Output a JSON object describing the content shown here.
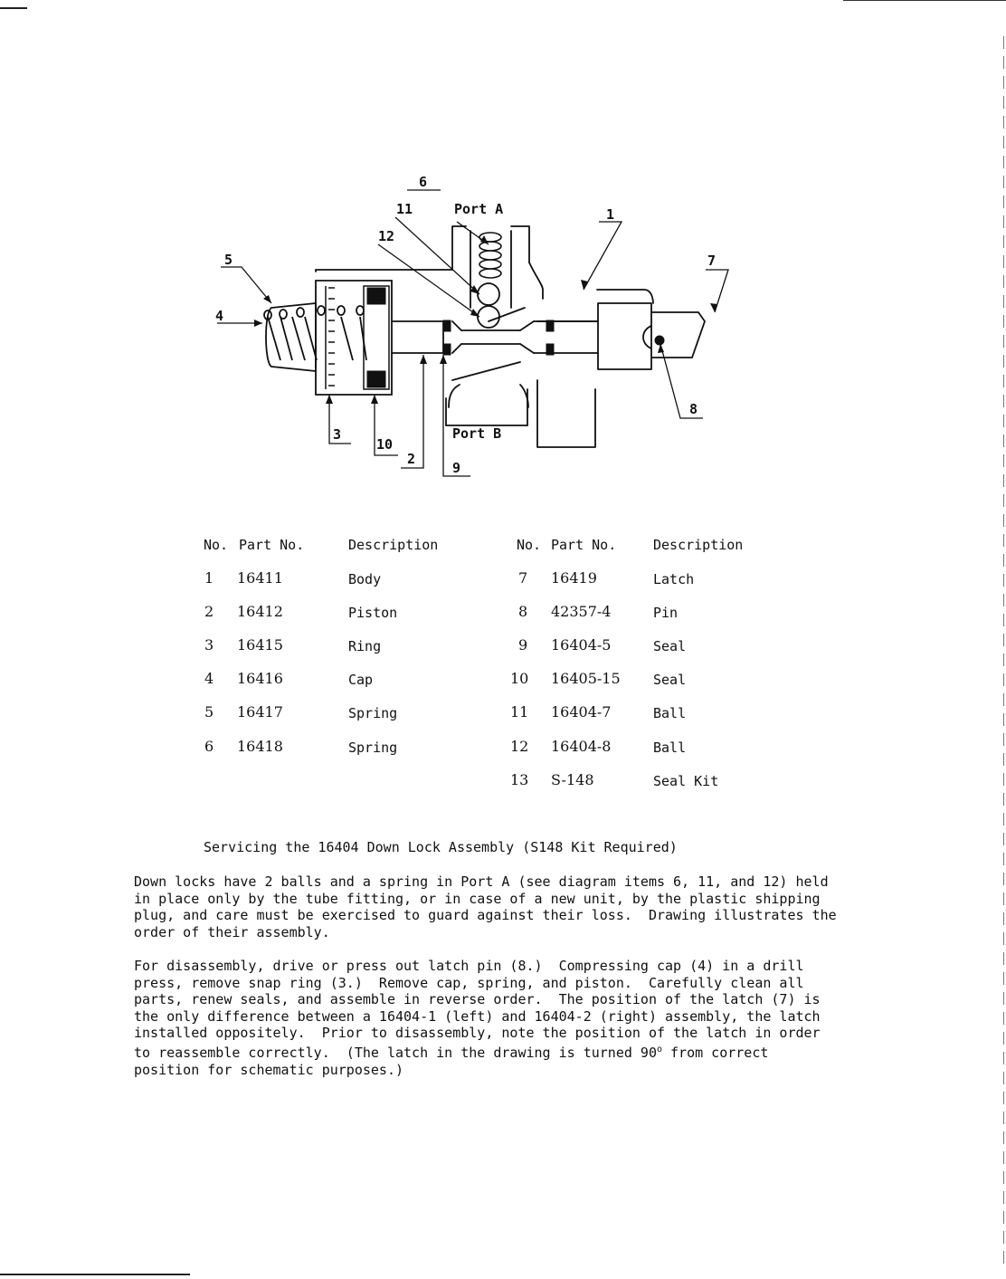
{
  "diagram": {
    "callouts": [
      "6",
      "11",
      "12",
      "1",
      "5",
      "4",
      "7",
      "8",
      "3",
      "10",
      "2",
      "9"
    ],
    "ports": {
      "port_a": "Port A",
      "port_b": "Port B"
    }
  },
  "parts_table": {
    "headers": [
      "No.",
      "Part No.",
      "Description"
    ],
    "left": [
      {
        "no": "1",
        "part": "16411",
        "desc": "Body"
      },
      {
        "no": "2",
        "part": "16412",
        "desc": "Piston"
      },
      {
        "no": "3",
        "part": "16415",
        "desc": "Ring"
      },
      {
        "no": "4",
        "part": "16416",
        "desc": "Cap"
      },
      {
        "no": "5",
        "part": "16417",
        "desc": "Spring"
      },
      {
        "no": "6",
        "part": "16418",
        "desc": "Spring"
      }
    ],
    "right": [
      {
        "no": "7",
        "part": "16419",
        "desc": "Latch"
      },
      {
        "no": "8",
        "part": "42357-4",
        "desc": "Pin"
      },
      {
        "no": "9",
        "part": "16404-5",
        "desc": "Seal"
      },
      {
        "no": "10",
        "part": "16405-15",
        "desc": "Seal"
      },
      {
        "no": "11",
        "part": "16404-7",
        "desc": "Ball"
      },
      {
        "no": "12",
        "part": "16404-8",
        "desc": "Ball"
      },
      {
        "no": "13",
        "part": "S-148",
        "desc": "Seal Kit"
      }
    ]
  },
  "service": {
    "title": "Servicing the 16404 Down Lock Assembly (S148 Kit Required)",
    "paragraph1": [
      "Down locks have 2 balls and a spring in Port A (see diagram items 6, 11, and 12) held",
      "in place only by the tube fitting, or in case of a new unit, by the plastic shipping",
      "plug, and care must be exercised to guard against their loss.  Drawing illustrates the",
      "order of their assembly."
    ],
    "paragraph2": [
      "For disassembly, drive or press out latch pin (8.)  Compressing cap (4) in a drill",
      "press, remove snap ring (3.)  Remove cap, spring, and piston.  Carefully clean all",
      "parts, renew seals, and assemble in reverse order.  The position of the latch (7) is",
      "the only difference between a 16404-1 (left) and 16404-2 (right) assembly, the latch",
      "installed oppositely.  Prior to disassembly, note the position of the latch in order",
      "to reassemble correctly.  (The latch in the drawing is turned 90",
      "from correct",
      "position for schematic purposes.)"
    ],
    "degree_mark": "o"
  }
}
